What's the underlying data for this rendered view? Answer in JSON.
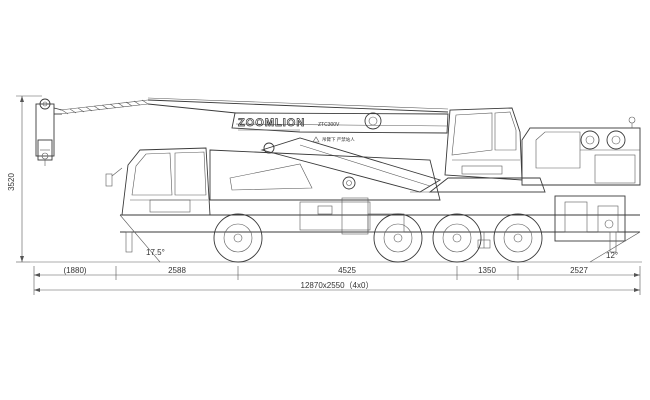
{
  "drawing": {
    "brand_text": "ZOOMLION",
    "model_text": "ZTC300V",
    "warning_text": "吊臂下 严禁站人",
    "dimensions": {
      "height": "3520",
      "front_overhang": "(1880)",
      "axle_1_2": "2588",
      "axle_2_3": "4525",
      "axle_3_4": "1350",
      "rear_overhang": "2527",
      "overall": "12870x2550（4x0）",
      "approach_angle": "17.5°",
      "departure_angle": "12°"
    }
  }
}
